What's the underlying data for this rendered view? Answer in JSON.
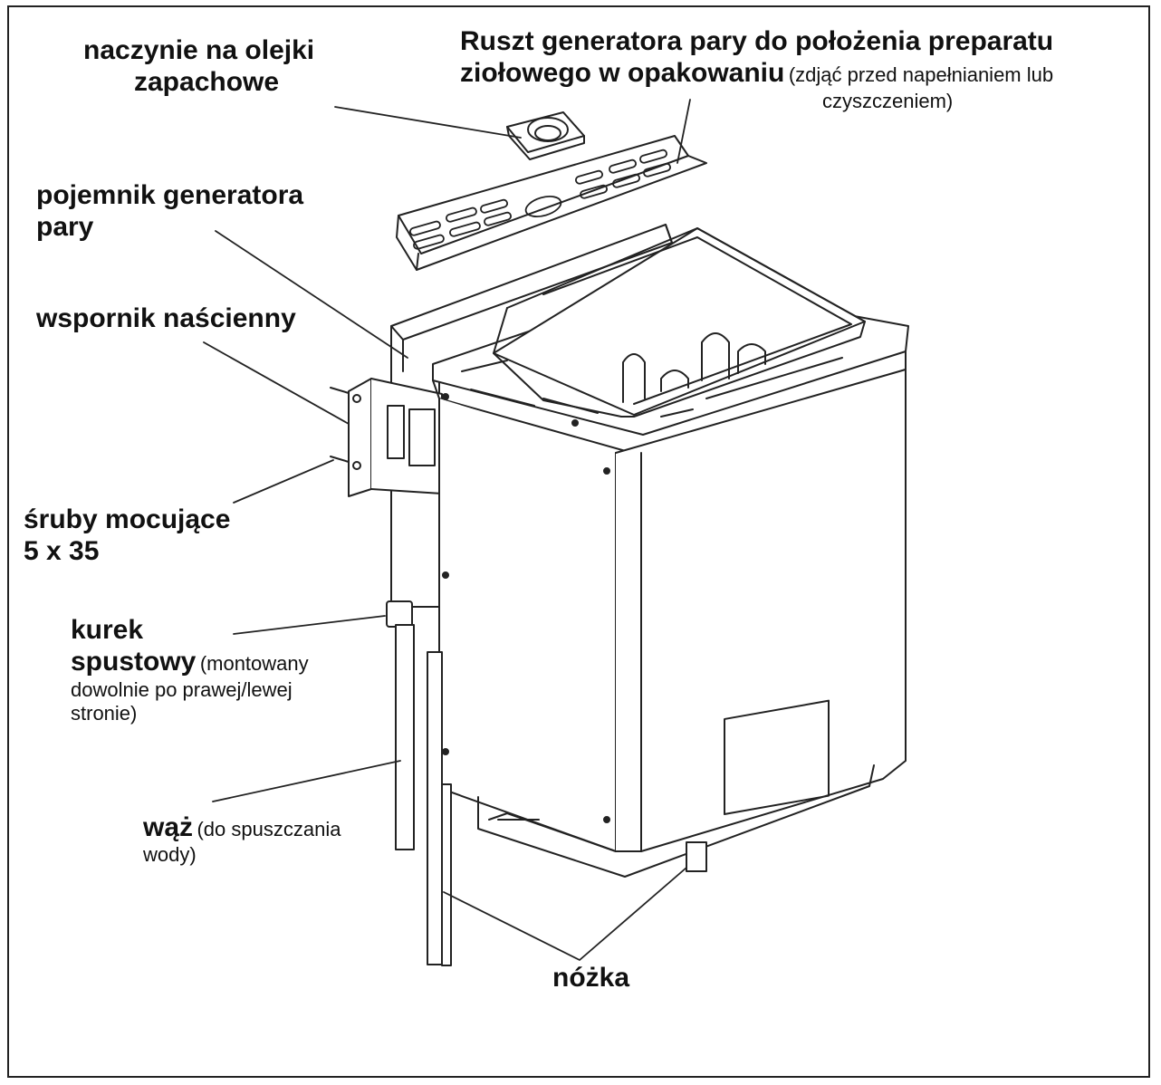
{
  "labels": {
    "oil_vessel": {
      "line1": "naczynie na olejki",
      "line2": "zapachowe"
    },
    "grate": {
      "line1": "Ruszt generatora pary do położenia preparatu",
      "line2_bold": "ziołowego w opakowaniu",
      "line2_note": "(zdjąć przed napełnianiem lub",
      "line3_note": "czyszczeniem)"
    },
    "container": {
      "line1": "pojemnik generatora",
      "line2": "pary"
    },
    "bracket": {
      "line1": "wspornik naścienny"
    },
    "screws": {
      "line1": "śruby mocujące",
      "line2": "5 x 35"
    },
    "tap": {
      "line1": "kurek",
      "line2_bold": "spustowy",
      "line2_note": "(montowany",
      "line3_note": "dowolnie po prawej/lewej",
      "line4_note": "stronie)"
    },
    "hose": {
      "bold": "wąż",
      "note": "(do spuszczania",
      "note2": "wody)"
    },
    "leg": {
      "line1": "nóżka"
    }
  }
}
